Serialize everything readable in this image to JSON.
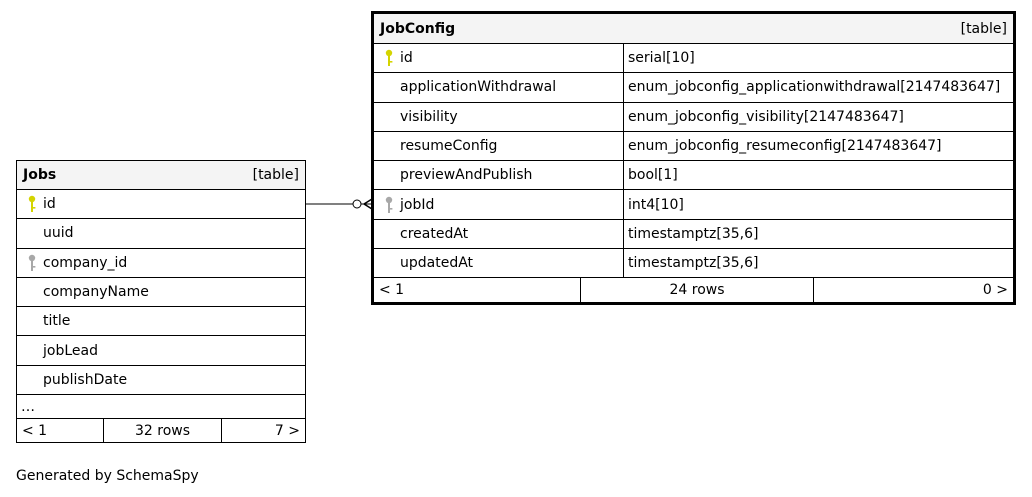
{
  "colors": {
    "primary_key": "#d4d400",
    "foreign_key": "#a8a8a8",
    "header_bg": "#f4f4f4"
  },
  "jobs": {
    "name": "Jobs",
    "kind": "[table]",
    "columns": [
      {
        "name": "id",
        "icon": "primary-key-icon"
      },
      {
        "name": "uuid",
        "icon": ""
      },
      {
        "name": "company_id",
        "icon": "foreign-key-icon"
      },
      {
        "name": "companyName",
        "icon": ""
      },
      {
        "name": "title",
        "icon": ""
      },
      {
        "name": "jobLead",
        "icon": ""
      },
      {
        "name": "publishDate",
        "icon": ""
      }
    ],
    "more": "…",
    "footer": {
      "parents": "< 1",
      "rows": "32 rows",
      "children": "7 >"
    }
  },
  "jobconfig": {
    "name": "JobConfig",
    "kind": "[table]",
    "columns": [
      {
        "name": "id",
        "type": "serial[10]",
        "icon": "primary-key-icon"
      },
      {
        "name": "applicationWithdrawal",
        "type": "enum_jobconfig_applicationwithdrawal[2147483647]",
        "icon": ""
      },
      {
        "name": "visibility",
        "type": "enum_jobconfig_visibility[2147483647]",
        "icon": ""
      },
      {
        "name": "resumeConfig",
        "type": "enum_jobconfig_resumeconfig[2147483647]",
        "icon": ""
      },
      {
        "name": "previewAndPublish",
        "type": "bool[1]",
        "icon": ""
      },
      {
        "name": "jobId",
        "type": "int4[10]",
        "icon": "foreign-key-icon"
      },
      {
        "name": "createdAt",
        "type": "timestamptz[35,6]",
        "icon": ""
      },
      {
        "name": "updatedAt",
        "type": "timestamptz[35,6]",
        "icon": ""
      }
    ],
    "footer": {
      "parents": "< 1",
      "rows": "24 rows",
      "children": "0 >"
    }
  },
  "caption": "Generated by SchemaSpy"
}
